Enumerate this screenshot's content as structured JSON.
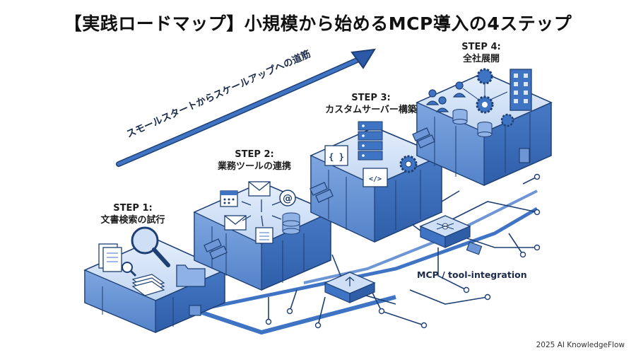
{
  "title": "【実践ロードマップ】小規模から始めるMCP導入の4ステップ",
  "arrow_caption": "スモールスタートからスケールアップへの道筋",
  "steps": [
    {
      "number": "STEP 1:",
      "name": "文書検索の試行"
    },
    {
      "number": "STEP 2:",
      "name": "業務ツールの連携"
    },
    {
      "number": "STEP 3:",
      "name": "カスタムサーバー構築"
    },
    {
      "number": "STEP 4:",
      "name": "全社展開"
    }
  ],
  "integration_label": "MCP / tool-integration",
  "footer": "2025 AI KnowledgeFlow",
  "colors": {
    "primary": "#3f74c4",
    "light": "#dbe7f7",
    "mid": "#a9c4ec",
    "dark": "#1e3f74",
    "arrow": "#2c5aa8"
  },
  "icons": {
    "step1": [
      "documents-icon",
      "magnifier-icon",
      "folder-icon",
      "paper-stack-icon"
    ],
    "step2": [
      "calendar-icon",
      "mail-icon",
      "at-sign-icon",
      "database-icon",
      "checklist-icon"
    ],
    "step3": [
      "server-rack-icon",
      "code-braces-icon",
      "code-tag-icon",
      "gear-icon"
    ],
    "step4": [
      "users-icon",
      "building-icon",
      "gear-icon",
      "database-icon",
      "network-gear-icon"
    ]
  }
}
